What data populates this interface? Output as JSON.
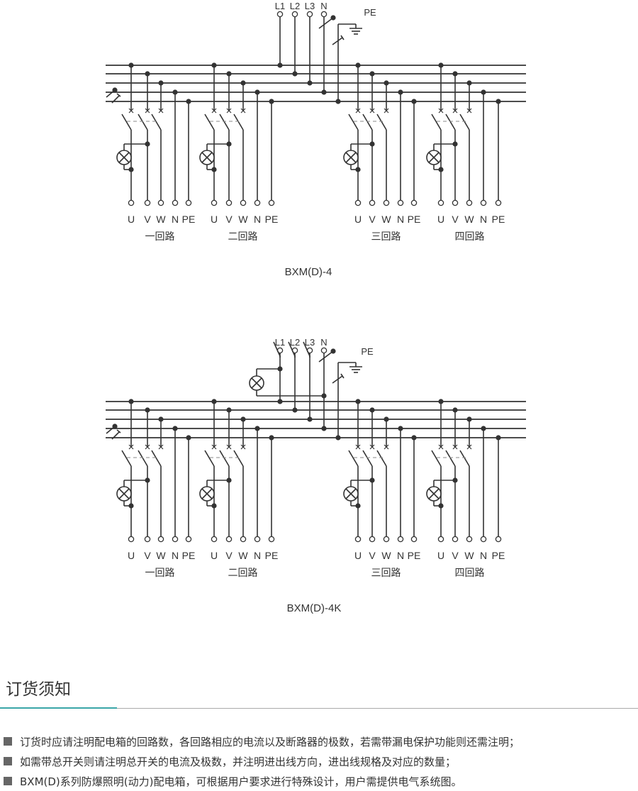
{
  "diagrams": [
    {
      "caption": "BXM(D)-4",
      "inputs": [
        "L1",
        "L2",
        "L3",
        "N"
      ],
      "pe": "PE",
      "groups": [
        {
          "labels": [
            "U",
            "V",
            "W",
            "N",
            "PE"
          ],
          "name": "一回路"
        },
        {
          "labels": [
            "U",
            "V",
            "W",
            "N",
            "PE"
          ],
          "name": "二回路"
        },
        {
          "labels": [
            "U",
            "V",
            "W",
            "N",
            "PE"
          ],
          "name": "三回路"
        },
        {
          "labels": [
            "U",
            "V",
            "W",
            "N",
            "PE"
          ],
          "name": "四回路"
        }
      ]
    },
    {
      "caption": "BXM(D)-4K",
      "inputs": [
        "L1",
        "L2",
        "L3",
        "N"
      ],
      "pe": "PE",
      "groups": [
        {
          "labels": [
            "U",
            "V",
            "W",
            "N",
            "PE"
          ],
          "name": "一回路"
        },
        {
          "labels": [
            "U",
            "V",
            "W",
            "N",
            "PE"
          ],
          "name": "二回路"
        },
        {
          "labels": [
            "U",
            "V",
            "W",
            "N",
            "PE"
          ],
          "name": "三回路"
        },
        {
          "labels": [
            "U",
            "V",
            "W",
            "N",
            "PE"
          ],
          "name": "四回路"
        }
      ]
    }
  ],
  "notes": {
    "title": "订货须知",
    "items": [
      "订货时应请注明配电箱的回路数，各回路相应的电流以及断路器的极数，若需带漏电保护功能则还需注明；",
      "如需带总开关则请注明总开关的电流及极数，并注明进出线方向，进出线规格及对应的数量；",
      "BXM(D)系列防爆照明(动力)配电箱，可根据用户要求进行特殊设计，用户需提供电气系统图。"
    ]
  },
  "colors": {
    "line": "#333333",
    "accent": "#3aa6a8",
    "bullet": "#666666"
  }
}
